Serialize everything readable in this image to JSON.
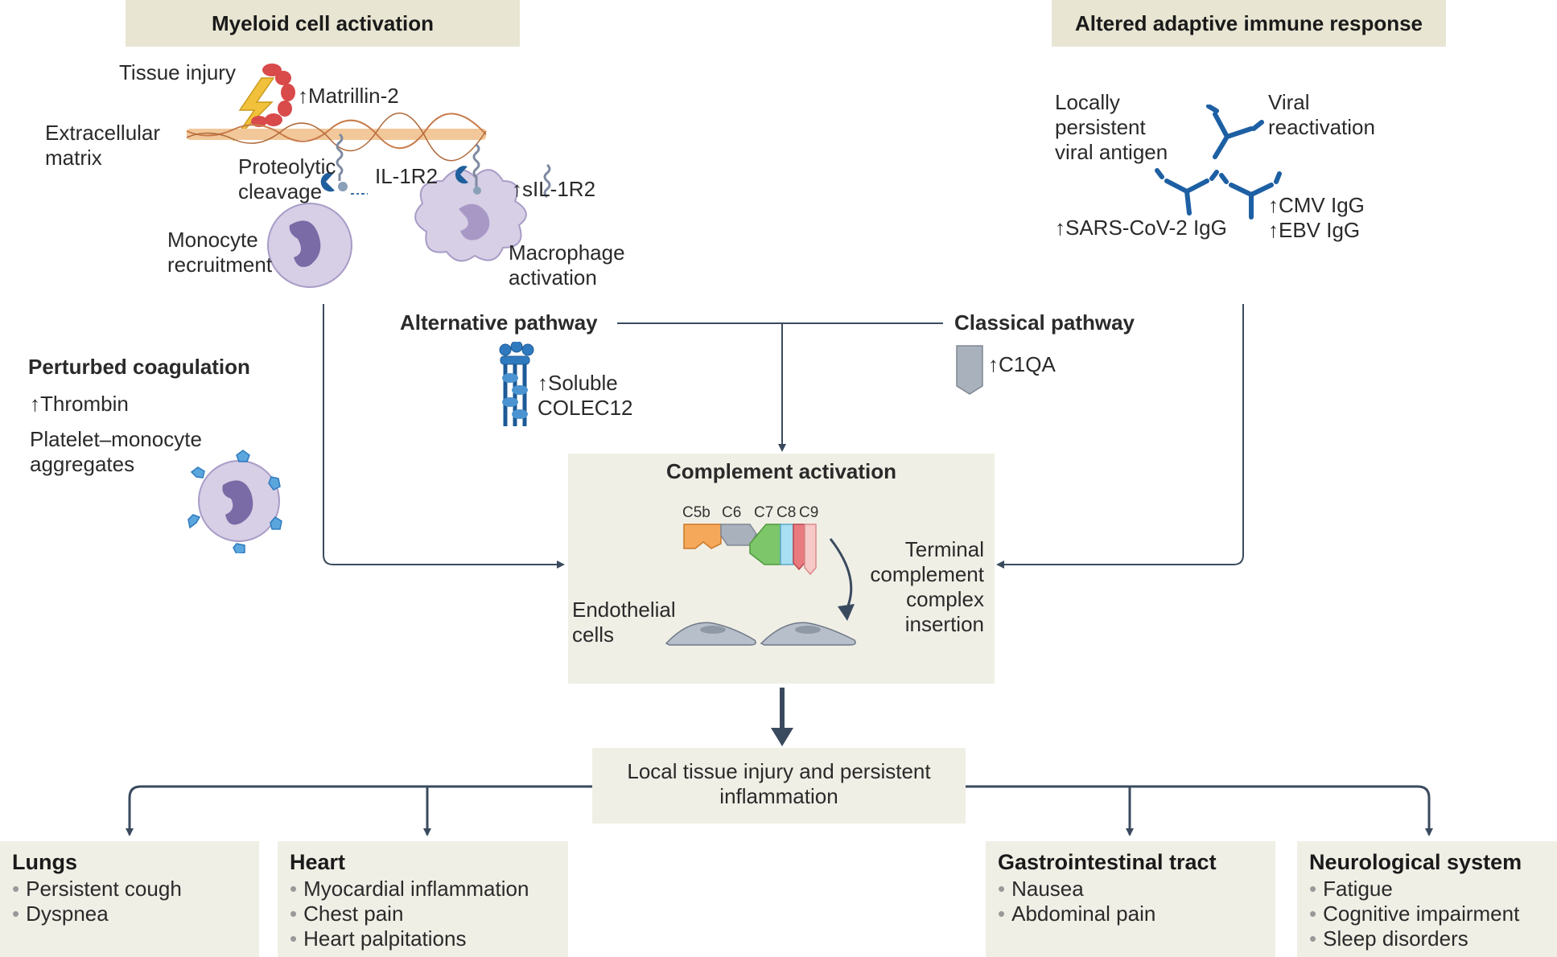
{
  "headers": {
    "myeloid": "Myeloid cell activation",
    "adaptive": "Altered adaptive immune response"
  },
  "myeloid": {
    "tissue_injury": "Tissue injury",
    "matrillin": "↑Matrillin-2",
    "ecm": "Extracellular\nmatrix",
    "proteolytic": "Proteolytic\ncleavage",
    "il1r2": "IL-1R2",
    "sil1r2": "↑sIL-1R2",
    "monocyte": "Monocyte\nrecruitment",
    "macrophage": "Macrophage\nactivation"
  },
  "adaptive": {
    "antigen": "Locally\npersistent\nviral antigen",
    "viral": "Viral\nreactivation",
    "sars": "↑SARS-CoV-2 IgG",
    "cmv": "↑CMV IgG\n↑EBV IgG"
  },
  "pathways": {
    "alternative": "Alternative pathway",
    "classical": "Classical pathway",
    "soluble": "↑Soluble\nCOLEC12",
    "c1qa": "↑C1QA"
  },
  "coagulation": {
    "title": "Perturbed coagulation",
    "thrombin": "↑Thrombin",
    "aggregates": "Platelet–monocyte\naggregates"
  },
  "complement": {
    "title": "Complement activation",
    "labels": [
      "C5b",
      "C6",
      "C7",
      "C8",
      "C9"
    ],
    "endothelial": "Endothelial\ncells",
    "terminal": "Terminal\ncomplement\ncomplex\ninsertion"
  },
  "outcome": "Local tissue injury and persistent\ninflammation",
  "organs": [
    {
      "title": "Lungs",
      "items": [
        "Persistent cough",
        "Dyspnea"
      ]
    },
    {
      "title": "Heart",
      "items": [
        "Myocardial inflammation",
        "Chest pain",
        "Heart palpitations"
      ]
    },
    {
      "title": "Gastrointestinal tract",
      "items": [
        "Nausea",
        "Abdominal pain"
      ]
    },
    {
      "title": "Neurological system",
      "items": [
        "Fatigue",
        "Cognitive impairment",
        "Sleep disorders"
      ]
    }
  ],
  "colors": {
    "header_bg": "#e8e5d3",
    "panel_bg": "#f0efe6",
    "connector": "#3a4a5e",
    "antibody": "#1d5fa3",
    "cell": "#c9bfdd",
    "nucleus": "#7a6aa5"
  }
}
